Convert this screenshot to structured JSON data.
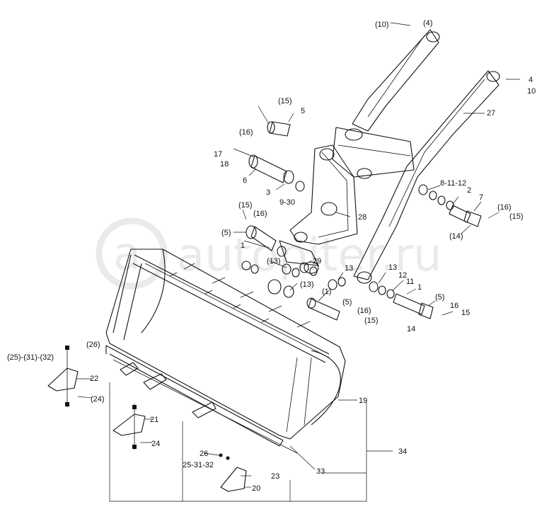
{
  "watermark": {
    "text": "autopiter.ru",
    "logo_letter": "a"
  },
  "callouts": {
    "c1": "(10)",
    "c2": "(4)",
    "c3": "4",
    "c4": "10",
    "c5": "27",
    "c6": "(15)",
    "c7": "5",
    "c8": "(16)",
    "c9": "17",
    "c10": "18",
    "c11": "6",
    "c12": "3",
    "c13": "9-30",
    "c14": "28",
    "c15": "8-11-12",
    "c16": "2",
    "c17": "7",
    "c18": "(16)",
    "c19": "(15)",
    "c20": "(14)",
    "c21": "(15)",
    "c22": "(16)",
    "c23": "(5)",
    "c24": "1",
    "c25": "(13)",
    "c26": "29",
    "c27": "(13)",
    "c28": "13",
    "c29": "13",
    "c30": "12",
    "c31": "11",
    "c32": "1",
    "c33": "(1)",
    "c34": "(5)",
    "c35": "(16)",
    "c36": "(15)",
    "c37": "(5)",
    "c38": "16",
    "c39": "15",
    "c40": "14",
    "c41": "(25)-(31)-(32)",
    "c42": "(26)",
    "c43": "22",
    "c44": "(24)",
    "c45": "19",
    "c46": "21",
    "c47": "24",
    "c48": "26",
    "c49": "25-31-32",
    "c50": "33",
    "c51": "34",
    "c52": "23",
    "c53": "20"
  }
}
